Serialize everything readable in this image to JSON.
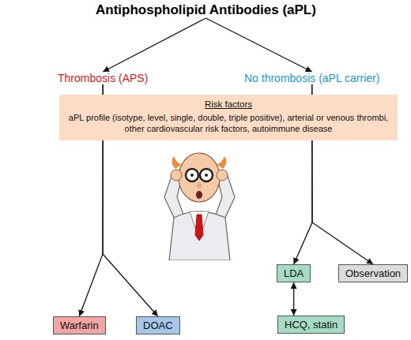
{
  "diagram": {
    "nodes": [
      {
        "text": [
          "Antiphospholipid Antibodies (aPL)"
        ]
      },
      {
        "text": [
          "Thrombosis (APS)"
        ]
      },
      {
        "text": [
          "No thrombosis (aPL carrier)"
        ]
      },
      {
        "text": [
          "Risk factors",
          "aPL profile (isotype, level, single, double, triple positive), arterial or venous thrombi, other cardiovascular risk factors, autoimmune disease"
        ]
      },
      {
        "text": [
          "Warfarin"
        ]
      },
      {
        "text": [
          "DOAC"
        ]
      },
      {
        "text": [
          "LDA"
        ]
      },
      {
        "text": [
          "Observation"
        ]
      },
      {
        "text": [
          "HCQ, statin"
        ]
      }
    ],
    "edges": [
      {
        "from": 0,
        "to": 1,
        "arrow": "to"
      },
      {
        "from": 0,
        "to": 2,
        "arrow": "to"
      },
      {
        "from": 1,
        "to": 4,
        "arrow": "to"
      },
      {
        "from": 1,
        "to": 5,
        "arrow": "to"
      },
      {
        "from": 2,
        "to": 6,
        "arrow": "to"
      },
      {
        "from": 2,
        "to": 7,
        "arrow": "to"
      },
      {
        "from": 6,
        "to": 8,
        "arrow": "both"
      }
    ]
  }
}
